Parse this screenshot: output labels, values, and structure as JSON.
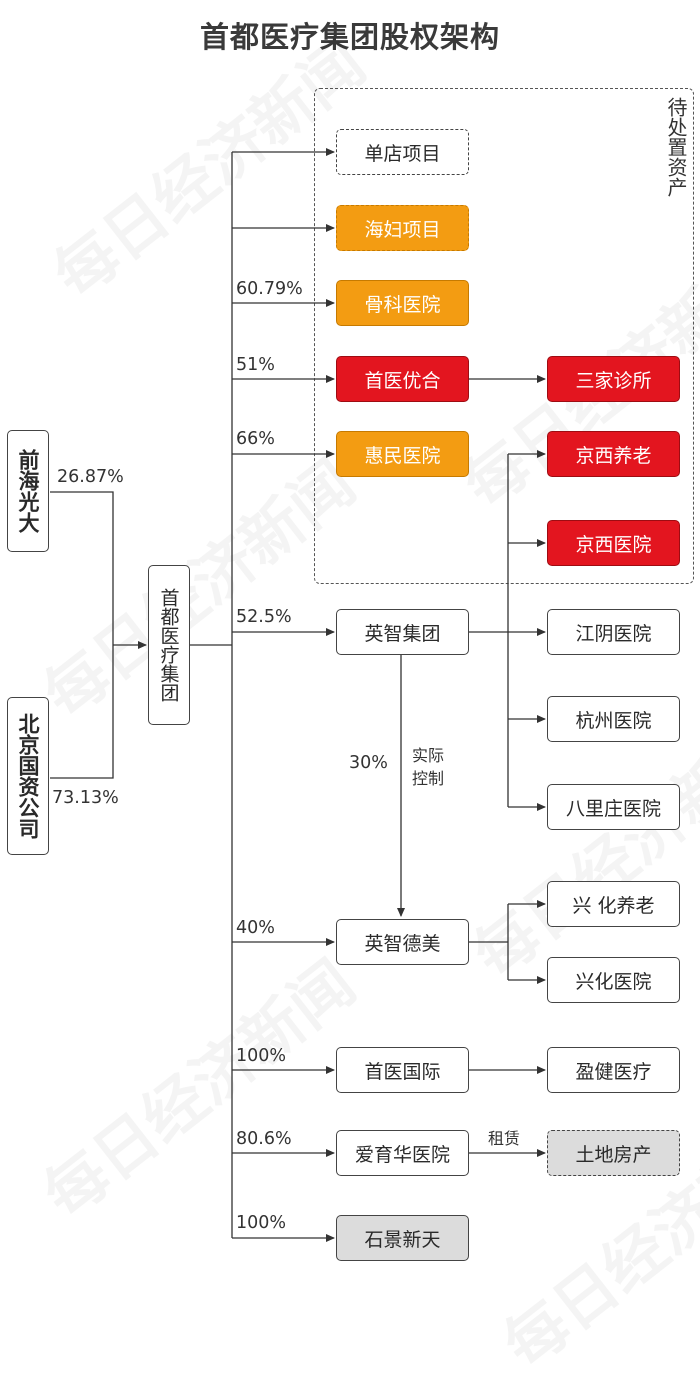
{
  "title": "首都医疗集团股权架构",
  "watermark": "每日经济新闻",
  "shareholders": [
    {
      "name": "前海光大",
      "percent": "26.87%"
    },
    {
      "name": "北京国资公司",
      "percent": "73.13%"
    }
  ],
  "group": {
    "name": "首都医疗集团"
  },
  "pending_region": {
    "label": "待处置资产"
  },
  "subsidiaries": [
    {
      "name": "单店项目",
      "percent": ""
    },
    {
      "name": "海妇项目",
      "percent": ""
    },
    {
      "name": "骨科医院",
      "percent": "60.79%"
    },
    {
      "name": "首医优合",
      "percent": "51%"
    },
    {
      "name": "惠民医院",
      "percent": "66%"
    },
    {
      "name": "英智集团",
      "percent": "52.5%"
    },
    {
      "name": "英智德美",
      "percent": "40%"
    },
    {
      "name": "首医国际",
      "percent": "100%"
    },
    {
      "name": "爱育华医院",
      "percent": "80.6%"
    },
    {
      "name": "石景新天",
      "percent": "100%"
    }
  ],
  "right_nodes": {
    "sanjia": "三家诊所",
    "jingxi_elder": "京西养老",
    "jingxi_hospital": "京西医院",
    "jiangyin": "江阴医院",
    "hangzhou": "杭州医院",
    "balizhuang": "八里庄医院",
    "xinghua_elder": "兴 化养老",
    "xinghua_hospital": "兴化医院",
    "yingjian": "盈健医疗",
    "land": "土地房产"
  },
  "control_link": {
    "percent": "30%",
    "note_line1": "实际",
    "note_line2": "控制"
  },
  "lease_label": "租赁",
  "colors": {
    "orange": "#f39c12",
    "red": "#e3151f",
    "gray": "#dcdcdc",
    "line": "#333333"
  }
}
